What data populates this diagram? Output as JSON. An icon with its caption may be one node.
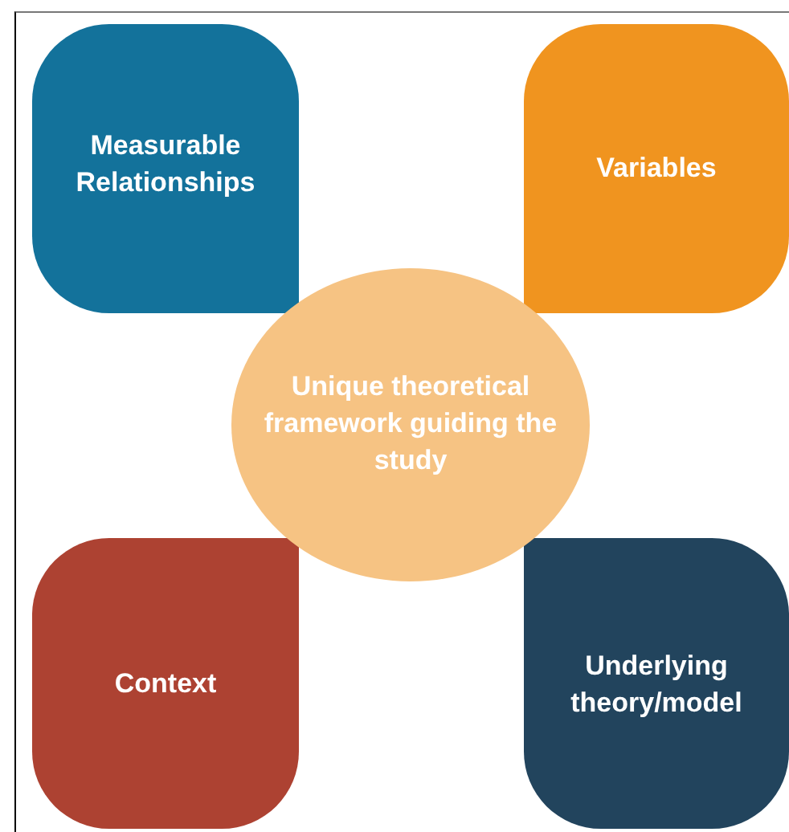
{
  "diagram": {
    "nodes": [
      {
        "text": [
          "Measurable Relationships"
        ]
      },
      {
        "text": [
          "Variables"
        ]
      },
      {
        "text": [
          "Unique theoretical framework guiding the study"
        ]
      },
      {
        "text": [
          "Context"
        ]
      },
      {
        "text": [
          "Underlying theory/model"
        ]
      }
    ]
  }
}
